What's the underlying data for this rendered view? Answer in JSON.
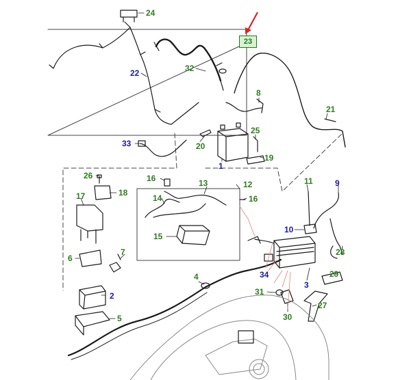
{
  "colors": {
    "callout_green": "#2e7d1e",
    "callout_blue": "#1a1aa8",
    "highlight_box": "#1b7a22",
    "highlight_fill": "#d9f2d0",
    "arrow_red": "#e02020",
    "leader_red": "#e08080",
    "line": "#1a1a1a",
    "dashed_frame": "#444444"
  },
  "callouts": {
    "c1": "1",
    "c2": "2",
    "c3": "3",
    "c4": "4",
    "c5": "5",
    "c6": "6",
    "c7": "7",
    "c8": "8",
    "c9": "9",
    "c10": "10",
    "c11": "11",
    "c12": "12",
    "c13": "13",
    "c14": "14",
    "c15": "15",
    "c16a": "16",
    "c16b": "16",
    "c17": "17",
    "c18": "18",
    "c19": "19",
    "c20": "20",
    "c21": "21",
    "c22": "22",
    "c23": "23",
    "c24": "24",
    "c25": "25",
    "c26": "26",
    "c27": "27",
    "c28": "28",
    "c29": "29",
    "c30": "30",
    "c31": "31",
    "c32": "32",
    "c33": "33",
    "c34": "34"
  },
  "icons": {
    "highlight_arrow": "red-arrow-icon",
    "vehicle": "vehicle-outline-icon",
    "battery_main": "battery-icon",
    "battery_aux": "auxiliary-battery-icon"
  }
}
